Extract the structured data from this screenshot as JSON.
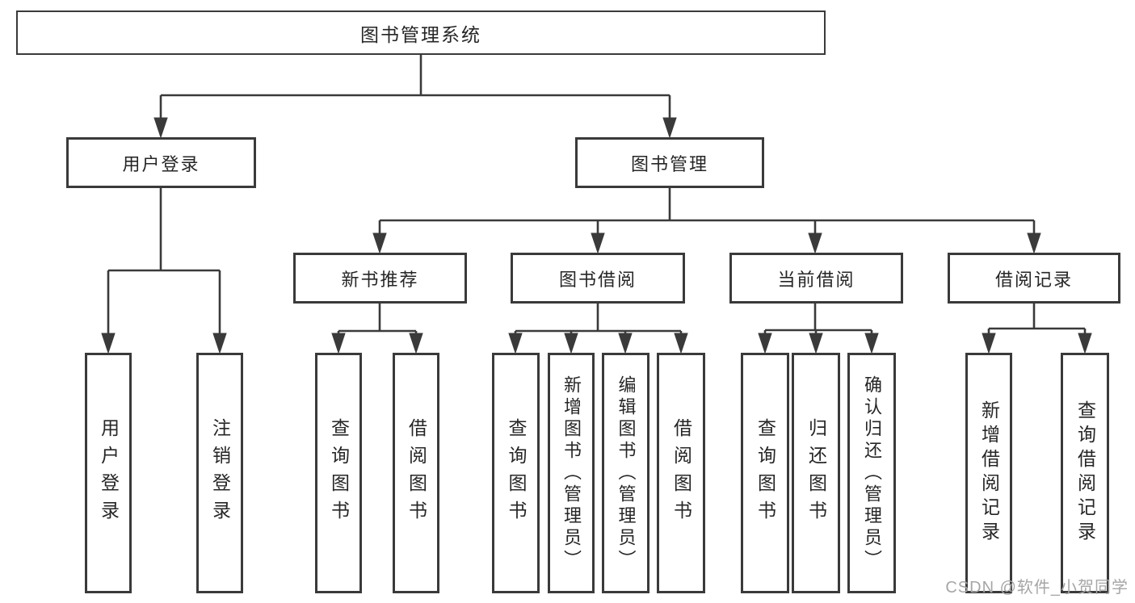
{
  "diagram_type": "hierarchy-tree",
  "colors": {
    "line": "#3a3a3a",
    "ink": "#262626",
    "bg": "#ffffff",
    "watermark": "#a6a6a6"
  },
  "watermark": {
    "text": "CSDN @软件_小贺同学"
  },
  "tree": {
    "root": {
      "label": "图书管理系统",
      "children": [
        {
          "label": "用户登录",
          "children": [
            {
              "label": "用户登录"
            },
            {
              "label": "注销登录"
            }
          ]
        },
        {
          "label": "图书管理",
          "children": [
            {
              "label": "新书推荐",
              "children": [
                {
                  "label": "查询图书"
                },
                {
                  "label": "借阅图书"
                }
              ]
            },
            {
              "label": "图书借阅",
              "children": [
                {
                  "label": "查询图书"
                },
                {
                  "label": "新增图书（管理员）"
                },
                {
                  "label": "编辑图书（管理员）"
                },
                {
                  "label": "借阅图书"
                }
              ]
            },
            {
              "label": "当前借阅",
              "children": [
                {
                  "label": "查询图书"
                },
                {
                  "label": "归还图书"
                },
                {
                  "label": "确认归还（管理员）"
                }
              ]
            },
            {
              "label": "借阅记录",
              "children": [
                {
                  "label": "新增借阅记录"
                },
                {
                  "label": "查询借阅记录"
                }
              ]
            }
          ]
        }
      ]
    }
  }
}
